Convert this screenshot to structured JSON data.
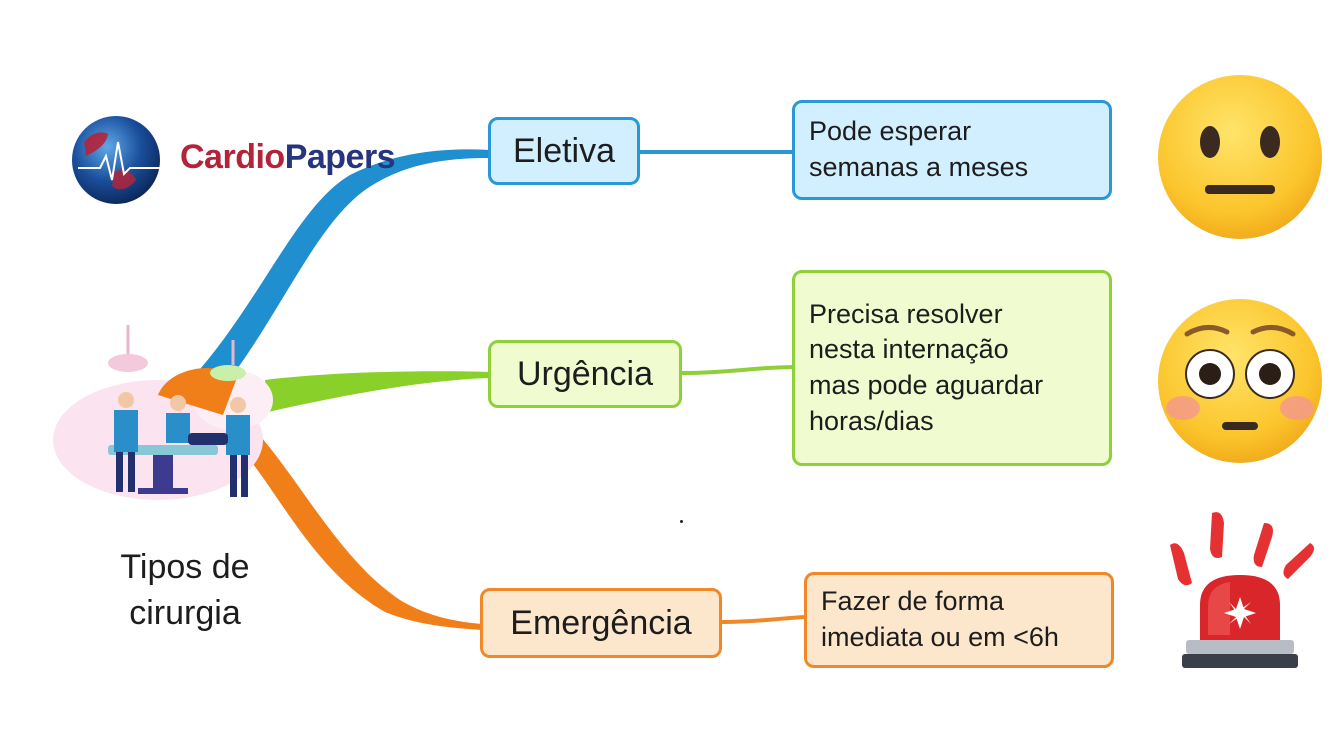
{
  "logo": {
    "part1": "Cardio",
    "part2": "Papers",
    "colors": {
      "part1": "#b3243a",
      "part2": "#27357f",
      "globe": "#1a4f9c"
    }
  },
  "central_topic": {
    "lines": [
      "Tipos de",
      "cirurgia"
    ],
    "illustration": "operating-room-illustration"
  },
  "branches": [
    {
      "label": "Eletiva",
      "description": [
        "Pode esperar",
        "semanas a meses"
      ],
      "icon": "neutral-face-emoji",
      "colors": {
        "branch": "#1f8fd0",
        "fill": "#d2efff",
        "border": "#2a97d6"
      }
    },
    {
      "label": "Urgência",
      "description": [
        "Precisa resolver",
        "nesta internação",
        "mas pode aguardar",
        "horas/dias"
      ],
      "icon": "flushed-face-emoji",
      "colors": {
        "branch": "#8ad02a",
        "fill": "#f0fbcf",
        "border": "#8fd03a"
      }
    },
    {
      "label": "Emergência",
      "description": [
        "Fazer de forma",
        "imediata ou em <6h"
      ],
      "icon": "rotating-siren-light-emoji",
      "colors": {
        "branch": "#f07f1a",
        "fill": "#fde7cc",
        "border": "#f0882a"
      }
    }
  ]
}
